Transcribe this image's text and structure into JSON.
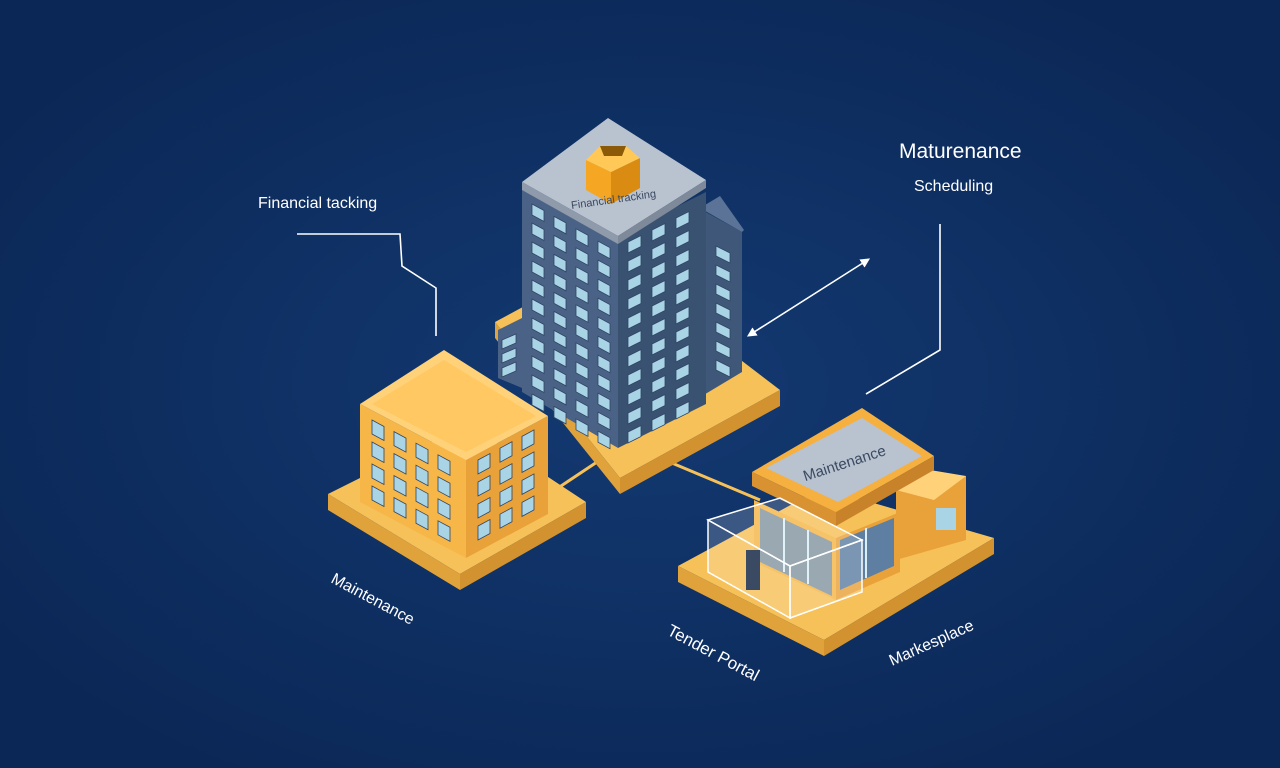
{
  "labels": {
    "financial_tracking": "Financial tacking",
    "tower_roof_sign": "Financial tracking",
    "maturenance": "Maturenance",
    "scheduling": "Scheduling",
    "maintenance_sign": "Maintenance",
    "maintenance_base": "Maintenance",
    "tender_portal": "Tender Portal",
    "marketplace": "Markesplace"
  },
  "colors": {
    "background": "#0d2d5e",
    "platform_top": "#f7c15a",
    "platform_side": "#e0a23a",
    "tower_front": "#4a6285",
    "tower_side": "#3a5272",
    "tower_roof": "#b9c2cf",
    "window": "#a9d4e6",
    "accent": "#f5a623",
    "line": "#ffffff"
  }
}
